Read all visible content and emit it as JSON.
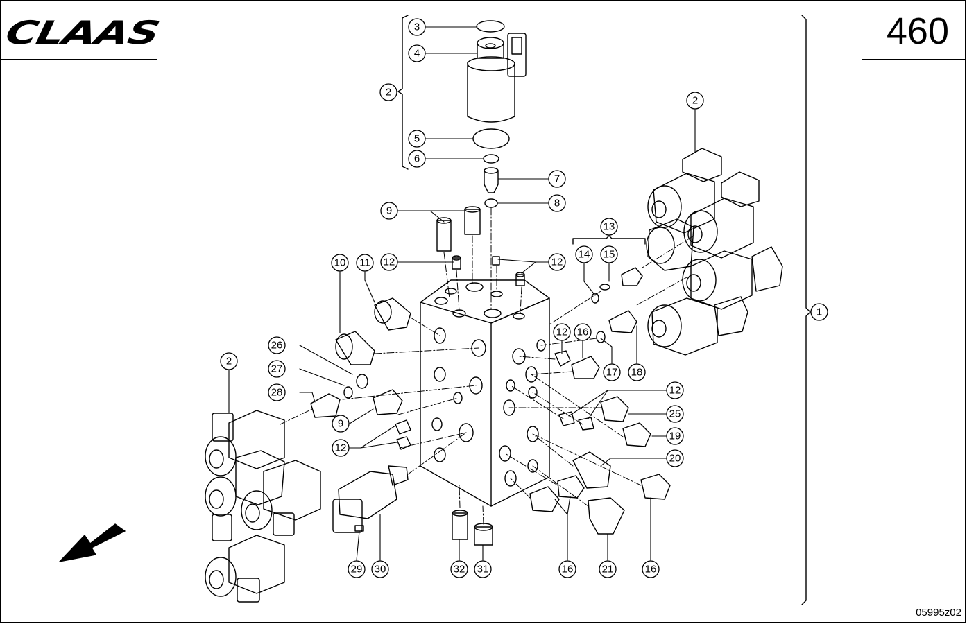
{
  "header": {
    "brand": "CLAAS",
    "page_number": "460"
  },
  "footer": {
    "drawing_code": "05995z02"
  },
  "callouts": [
    {
      "id": "c3",
      "label": "3"
    },
    {
      "id": "c4",
      "label": "4"
    },
    {
      "id": "c2a",
      "label": "2"
    },
    {
      "id": "c5",
      "label": "5"
    },
    {
      "id": "c6",
      "label": "6"
    },
    {
      "id": "c7",
      "label": "7"
    },
    {
      "id": "c8",
      "label": "8"
    },
    {
      "id": "c9a",
      "label": "9"
    },
    {
      "id": "c2b",
      "label": "2"
    },
    {
      "id": "c13",
      "label": "13"
    },
    {
      "id": "c14",
      "label": "14"
    },
    {
      "id": "c15",
      "label": "15"
    },
    {
      "id": "c10",
      "label": "10"
    },
    {
      "id": "c11",
      "label": "11"
    },
    {
      "id": "c12a",
      "label": "12"
    },
    {
      "id": "c12b",
      "label": "12"
    },
    {
      "id": "c1",
      "label": "1"
    },
    {
      "id": "c12c",
      "label": "12"
    },
    {
      "id": "c16a",
      "label": "16"
    },
    {
      "id": "c17",
      "label": "17"
    },
    {
      "id": "c18",
      "label": "18"
    },
    {
      "id": "c26",
      "label": "26"
    },
    {
      "id": "c27",
      "label": "27"
    },
    {
      "id": "c28",
      "label": "28"
    },
    {
      "id": "c2c",
      "label": "2"
    },
    {
      "id": "c9b",
      "label": "9"
    },
    {
      "id": "c12d",
      "label": "12"
    },
    {
      "id": "c12e",
      "label": "12"
    },
    {
      "id": "c25",
      "label": "25"
    },
    {
      "id": "c19",
      "label": "19"
    },
    {
      "id": "c20",
      "label": "20"
    },
    {
      "id": "c29",
      "label": "29"
    },
    {
      "id": "c30",
      "label": "30"
    },
    {
      "id": "c32",
      "label": "32"
    },
    {
      "id": "c31",
      "label": "31"
    },
    {
      "id": "c16b",
      "label": "16"
    },
    {
      "id": "c21",
      "label": "21"
    },
    {
      "id": "c16c",
      "label": "16"
    }
  ]
}
